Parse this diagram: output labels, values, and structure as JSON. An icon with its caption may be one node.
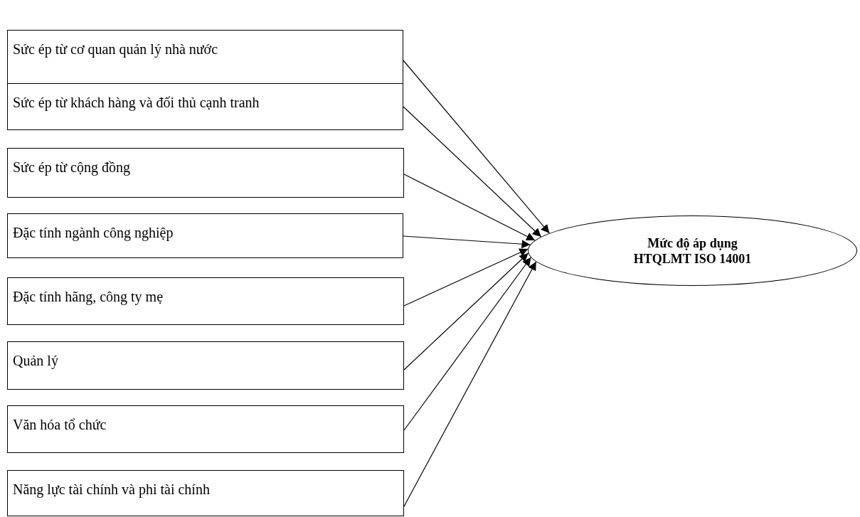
{
  "diagram": {
    "nodes": [
      {
        "text": [
          "Sức ép từ cơ quan quản lý nhà nước"
        ]
      },
      {
        "text": [
          "Sức ép từ khách hàng và đối thủ cạnh tranh"
        ]
      },
      {
        "text": [
          "Sức ép từ cộng đồng"
        ]
      },
      {
        "text": [
          "Đặc tính ngành công nghiệp"
        ]
      },
      {
        "text": [
          "Đặc tính hãng, công ty mẹ"
        ]
      },
      {
        "text": [
          "Quản lý"
        ]
      },
      {
        "text": [
          "Văn hóa tổ chức"
        ]
      },
      {
        "text": [
          "Năng lực tài chính và phi tài chính"
        ]
      },
      {
        "text": [
          "Mức độ áp dụng HTQLMT ISO 14001"
        ]
      }
    ],
    "edges": [
      {
        "from": 0,
        "to": 8,
        "arrow": "to"
      },
      {
        "from": 1,
        "to": 8,
        "arrow": "to"
      },
      {
        "from": 2,
        "to": 8,
        "arrow": "to"
      },
      {
        "from": 3,
        "to": 8,
        "arrow": "to"
      },
      {
        "from": 4,
        "to": 8,
        "arrow": "to"
      },
      {
        "from": 5,
        "to": 8,
        "arrow": "to"
      },
      {
        "from": 6,
        "to": 8,
        "arrow": "to"
      },
      {
        "from": 7,
        "to": 8,
        "arrow": "to"
      }
    ]
  }
}
